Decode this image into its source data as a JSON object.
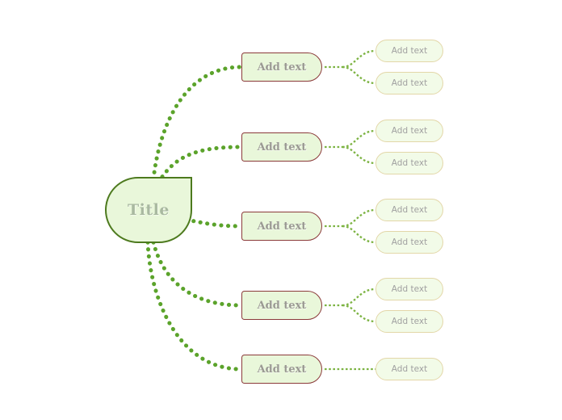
{
  "diagram": {
    "type": "mind-map",
    "background_color": "#ffffff",
    "colors": {
      "central_fill": "#e9f7da",
      "central_border": "#4d7a1e",
      "central_text": "#a9b9a0",
      "branch_fill": "#e9f7da",
      "branch_border": "#8b3a3a",
      "branch_text": "#9a9a92",
      "leaf_fill": "#f2fbe8",
      "leaf_border": "#e3d7a8",
      "leaf_text": "#a0a0a0",
      "connector_main": "#5ba32b",
      "connector_sub": "#7cb342"
    },
    "central": {
      "label": "Title"
    },
    "branches": [
      {
        "label": "Add text",
        "children": [
          {
            "label": "Add text"
          },
          {
            "label": "Add text"
          }
        ]
      },
      {
        "label": "Add text",
        "children": [
          {
            "label": "Add text"
          },
          {
            "label": "Add text"
          }
        ]
      },
      {
        "label": "Add text",
        "children": [
          {
            "label": "Add text"
          },
          {
            "label": "Add text"
          }
        ]
      },
      {
        "label": "Add text",
        "children": [
          {
            "label": "Add text"
          },
          {
            "label": "Add text"
          }
        ]
      },
      {
        "label": "Add text",
        "children": [
          {
            "label": "Add text"
          }
        ]
      }
    ]
  }
}
